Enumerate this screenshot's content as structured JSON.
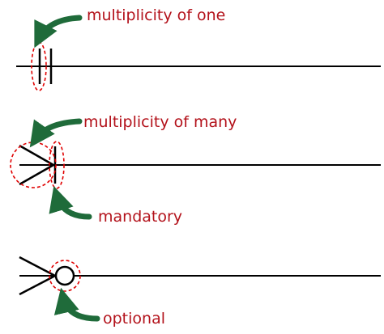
{
  "colors": {
    "label": "#b3121b",
    "arrow": "#1f6b3a",
    "line": "#000000",
    "highlight": "#e00000"
  },
  "labels": {
    "one": "multiplicity of one",
    "many": "multiplicity of many",
    "mandatory": "mandatory",
    "optional": "optional"
  }
}
